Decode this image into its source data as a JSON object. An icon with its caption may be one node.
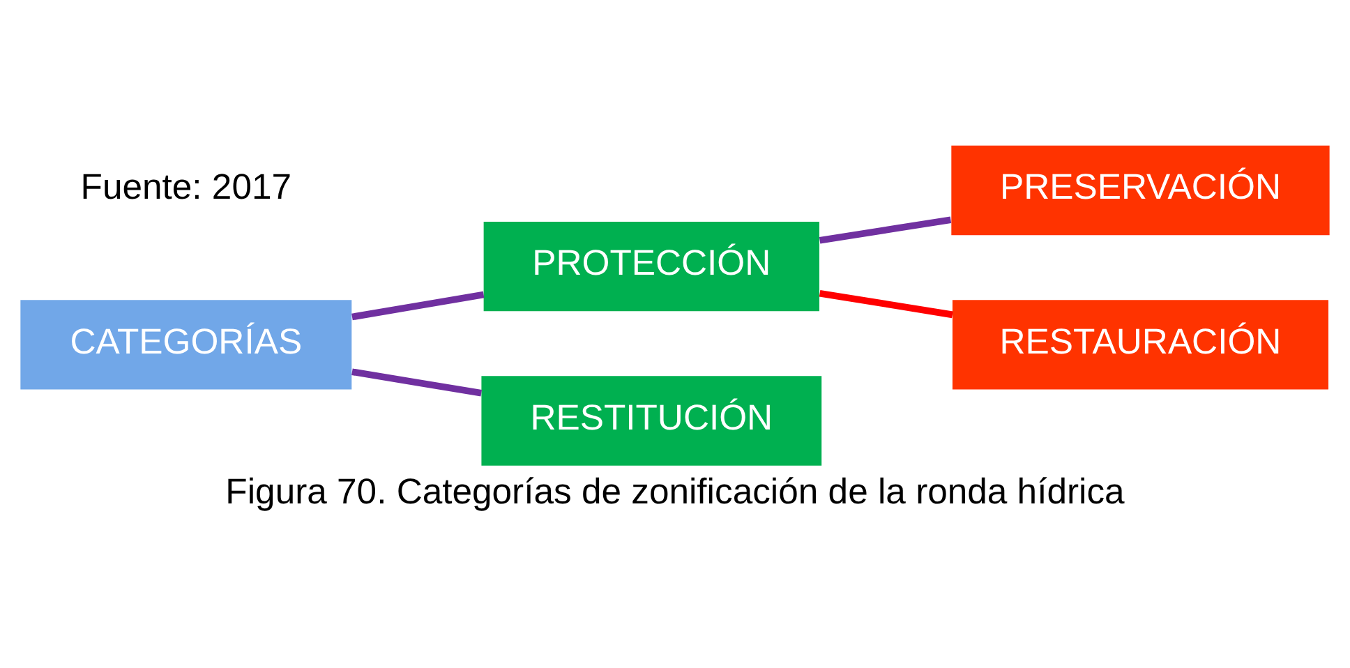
{
  "diagram": {
    "caption": "Figura 70. Categorías de zonificación de la ronda hídrica",
    "nodes": [
      {
        "text": [
          "CATEGORÍAS"
        ]
      },
      {
        "text": [
          "PROTECCIÓN"
        ]
      },
      {
        "text": [
          "PRESERVACIÓN"
        ]
      },
      {
        "text": [
          "RESTAURACIÓN"
        ]
      },
      {
        "text": [
          "RESTITUCIÓN"
        ]
      }
    ],
    "edges": [
      {
        "from": 0,
        "to": 1,
        "arrow": "none"
      },
      {
        "from": 1,
        "to": 2,
        "arrow": "none"
      },
      {
        "from": 1,
        "to": 3,
        "arrow": "none",
        "color": "#ff0000"
      },
      {
        "from": 0,
        "to": 4,
        "arrow": "none"
      }
    ],
    "labels": [
      "Fuente: 2017"
    ]
  }
}
